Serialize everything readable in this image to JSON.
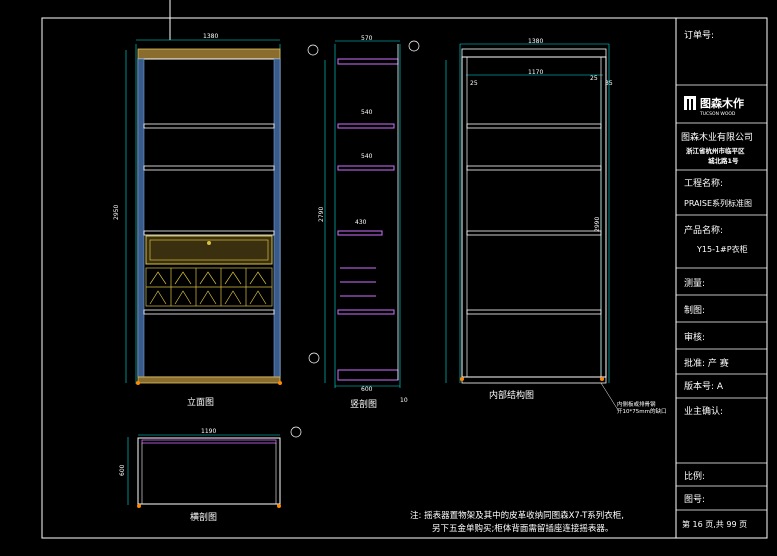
{
  "title_block": {
    "order_label": "订单号:",
    "logo_cn": "图森木作",
    "logo_en": "TUCSON WOOD",
    "company": "图森木业有限公司",
    "addr1": "浙江省杭州市临平区",
    "addr2": "城北路1号",
    "project_label": "工程名称:",
    "project_value": "PRAISE系列标准图",
    "product_label": "产品名称:",
    "product_value": "Y15-1#P衣柜",
    "survey_label": "测量:",
    "draw_label": "制图:",
    "review_label": "审核:",
    "approve_label": "批准: 产  赛",
    "version_label": "版本号:  A",
    "owner_label": "业主确认:",
    "scale_label": "比例:",
    "drawing_no_label": "图号:",
    "page_label": "第 16 页,共 99 页"
  },
  "views": {
    "front": "立面图",
    "section": "竖剖图",
    "inner": "内部结构图",
    "plan": "横剖图"
  },
  "dims": {
    "front_width": "1380",
    "front_height": "2950",
    "sec_top": "570",
    "sec_s1": "540",
    "sec_s2": "540",
    "sec_s3": "430",
    "sec_height": "2790",
    "sec_bottom": "600",
    "sec_b2": "10",
    "in_width": "1380",
    "in_inner": "1170",
    "in_l": "25",
    "in_r": "25",
    "in_r2": "35",
    "in_height": "2990",
    "plan_width": "1190",
    "plan_depth": "600"
  },
  "annotation": "内侧板或排骨钢\n开10*75mm的缺口",
  "note": {
    "line1": "注: 摇表器置物架及其中的皮革收纳同图森X7-T系列衣柜,",
    "line2": "另下五金单购买;柜体背面需留插座连接摇表器。"
  }
}
